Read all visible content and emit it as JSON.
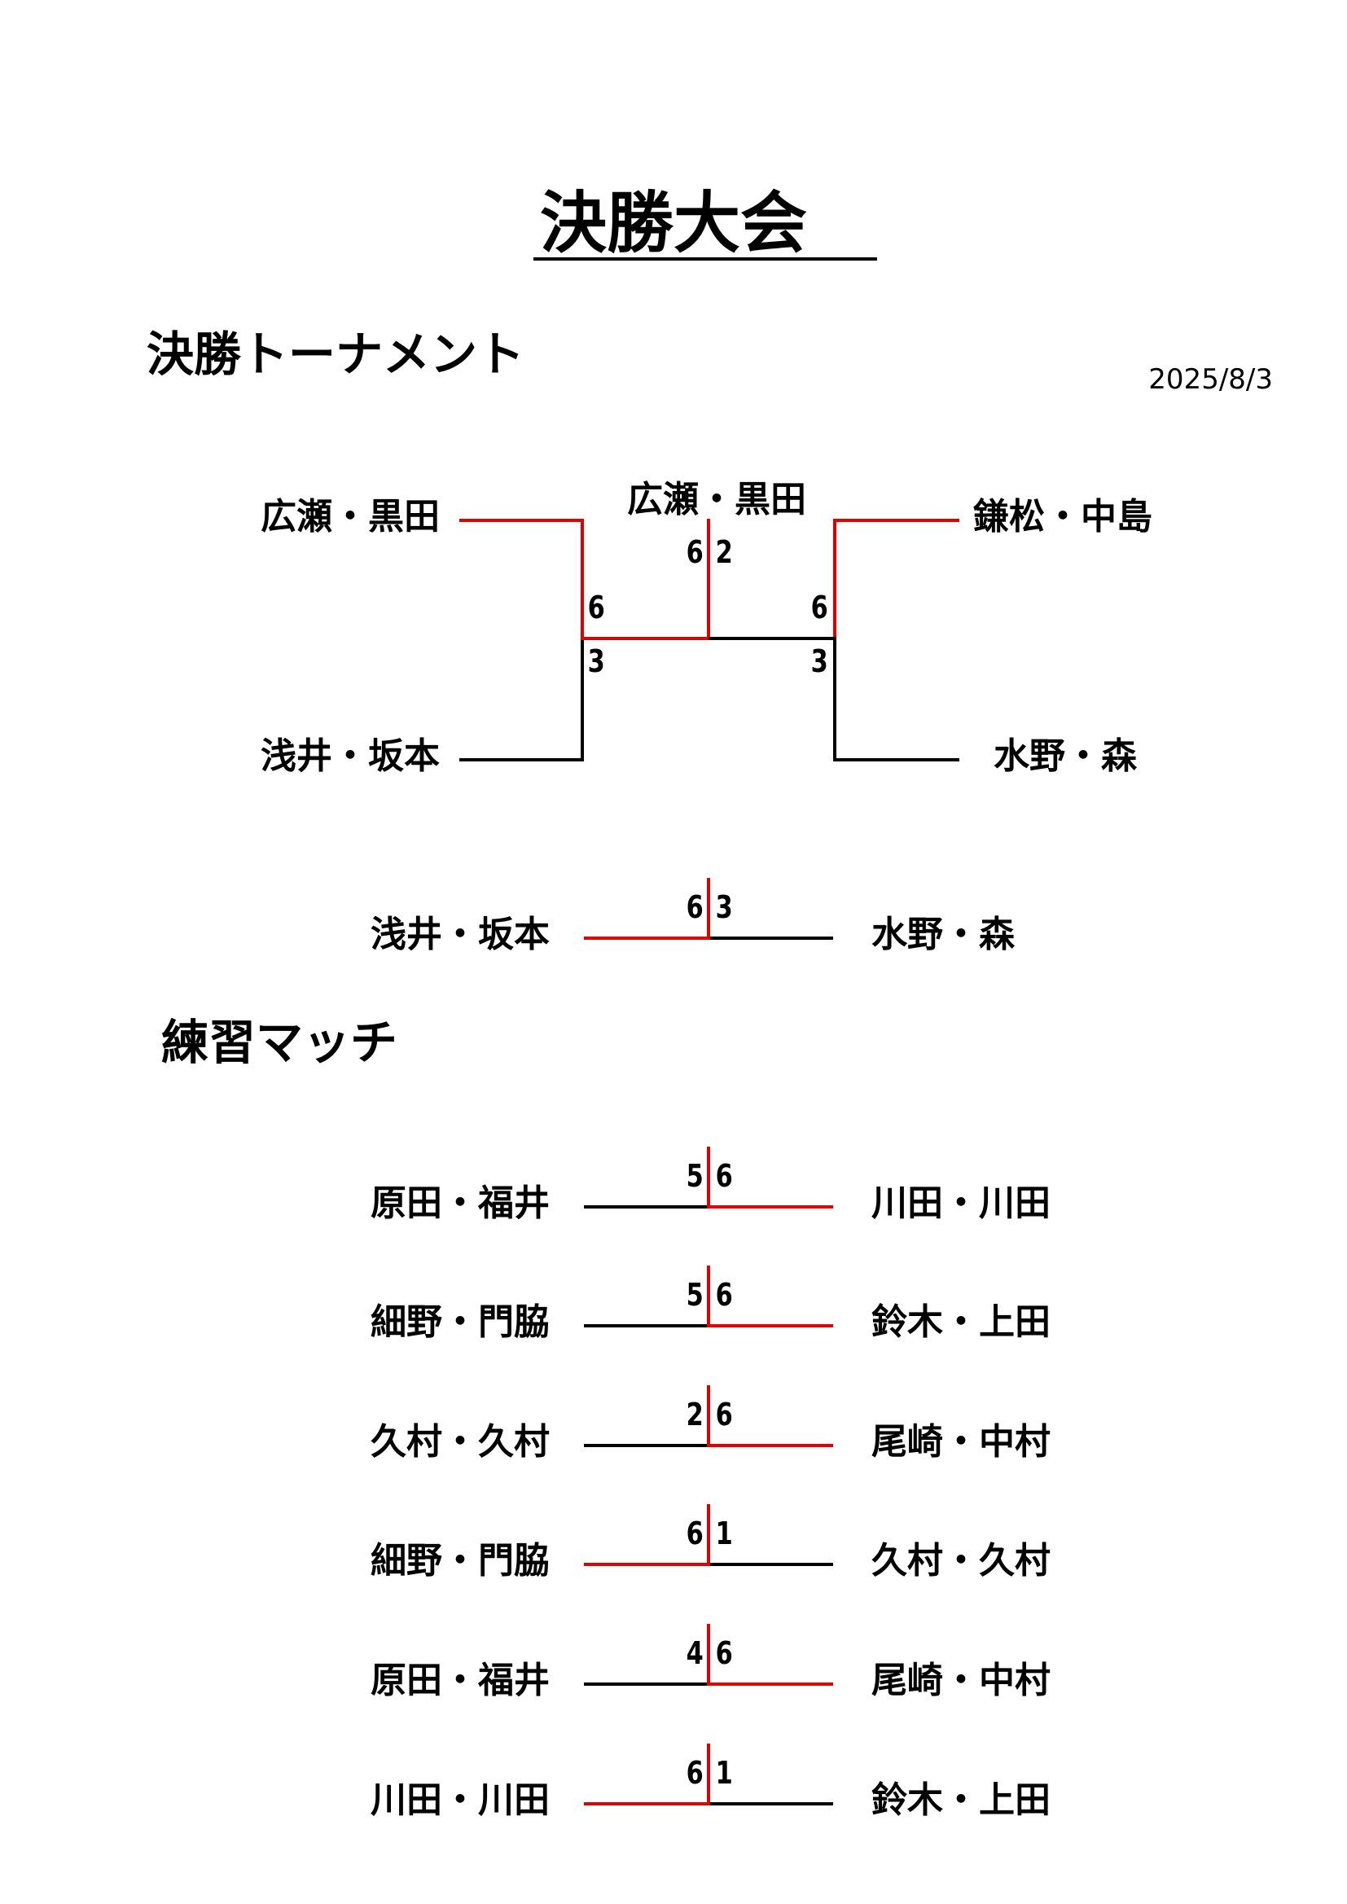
{
  "title": "決勝大会",
  "tournament": {
    "heading": "決勝トーナメント",
    "date": "2025/8/3",
    "semifinal_left": {
      "top": "広瀬・黒田",
      "bottom": "浅井・坂本",
      "score_top": "6",
      "score_bottom": "3",
      "winner": "top"
    },
    "semifinal_right": {
      "top": "鎌松・中島",
      "bottom": "水野・森",
      "score_top": "6",
      "score_bottom": "3",
      "winner": "top"
    },
    "final": {
      "champion": "広瀬・黒田",
      "score_left": "6",
      "score_right": "2",
      "winner": "left"
    },
    "third_place": {
      "left": "浅井・坂本",
      "right": "水野・森",
      "score_left": "6",
      "score_right": "3",
      "winner": "left"
    }
  },
  "practice": {
    "heading": "練習マッチ",
    "matches": [
      {
        "left": "原田・福井",
        "right": "川田・川田",
        "score_left": "5",
        "score_right": "6",
        "winner": "right"
      },
      {
        "left": "細野・門脇",
        "right": "鈴木・上田",
        "score_left": "5",
        "score_right": "6",
        "winner": "right"
      },
      {
        "left": "久村・久村",
        "right": "尾崎・中村",
        "score_left": "2",
        "score_right": "6",
        "winner": "right"
      },
      {
        "left": "細野・門脇",
        "right": "久村・久村",
        "score_left": "6",
        "score_right": "1",
        "winner": "left"
      },
      {
        "left": "原田・福井",
        "right": "尾崎・中村",
        "score_left": "4",
        "score_right": "6",
        "winner": "right"
      },
      {
        "left": "川田・川田",
        "right": "鈴木・上田",
        "score_left": "6",
        "score_right": "1",
        "winner": "left"
      }
    ]
  },
  "colors": {
    "winner_line": "#e00000",
    "loser_line": "#000000"
  }
}
